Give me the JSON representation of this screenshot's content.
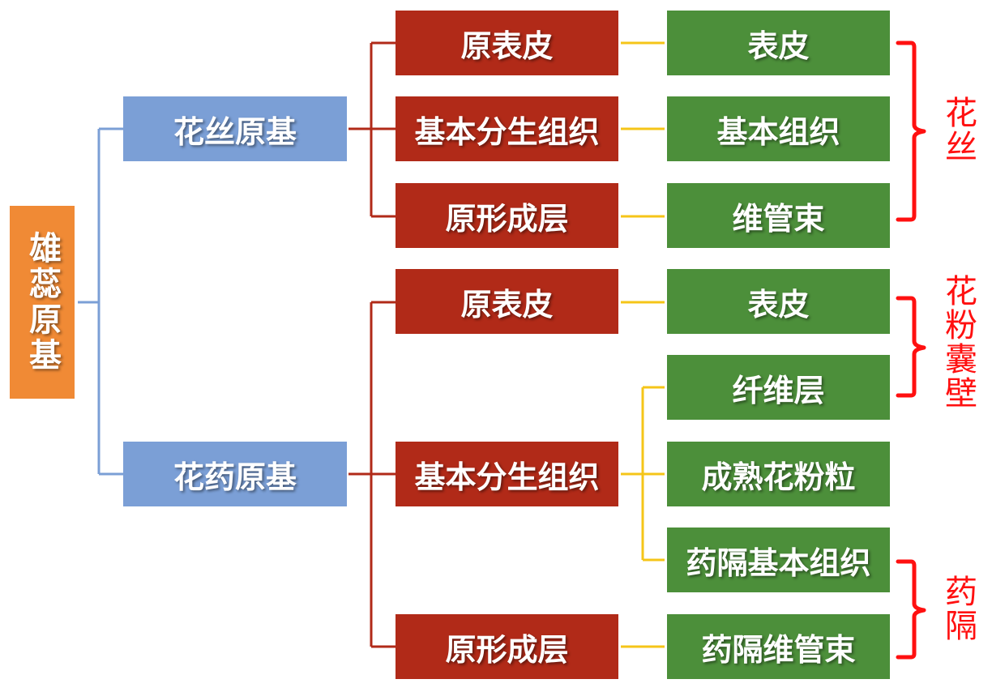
{
  "colors": {
    "root": "#f08a35",
    "level1": "#7b9fd6",
    "level2": "#b12a18",
    "level3": "#4c8f3a",
    "connector_blue": "#7b9fd6",
    "connector_red": "#b12a18",
    "connector_yellow": "#f5c518",
    "brace": "#ff1010"
  },
  "root": {
    "label": "雄蕊原基"
  },
  "filament_primordium": {
    "label": "花丝原基",
    "children": [
      {
        "label": "原表皮",
        "result": "表皮"
      },
      {
        "label": "基本分生组织",
        "result": "基本组织"
      },
      {
        "label": "原形成层",
        "result": "维管束"
      }
    ]
  },
  "anther_primordium": {
    "label": "花药原基",
    "protoderm": {
      "label": "原表皮",
      "result": "表皮"
    },
    "ground_meristem": {
      "label": "基本分生组织",
      "results": [
        "纤维层",
        "成熟花粉粒",
        "药隔基本组织"
      ]
    },
    "procambium": {
      "label": "原形成层",
      "result": "药隔维管束"
    }
  },
  "brace_labels": {
    "filament": "花丝",
    "anther_wall": "花粉囊壁",
    "connective": "药隔"
  }
}
